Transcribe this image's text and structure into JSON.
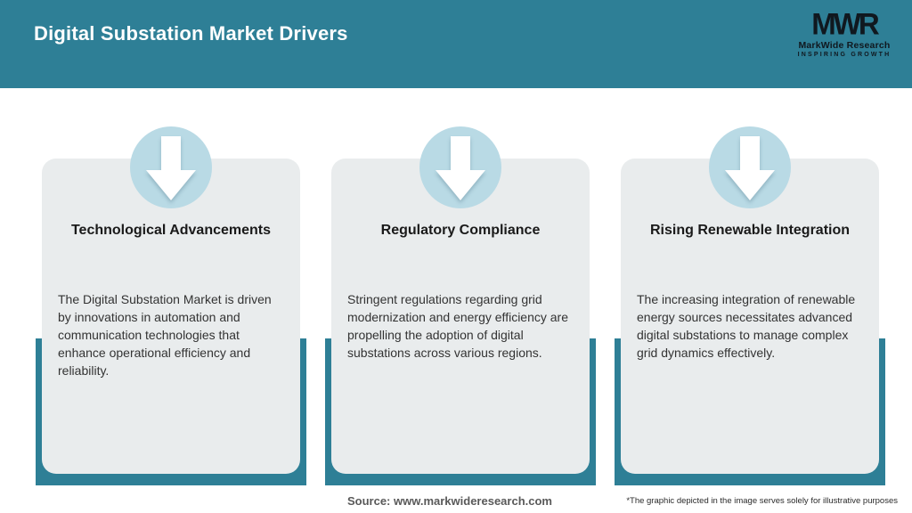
{
  "header": {
    "title": "Digital Substation Market Drivers",
    "logo": {
      "mark": "MWR",
      "name": "MarkWide Research",
      "tagline": "INSPIRING GROWTH"
    }
  },
  "cards": [
    {
      "icon": "down-arrow-icon",
      "title": "Technological Advancements",
      "body": "The Digital Substation Market is driven by innovations in automation and communication technologies that enhance operational efficiency and reliability."
    },
    {
      "icon": "down-arrow-icon",
      "title": "Regulatory Compliance",
      "body": "Stringent regulations regarding grid modernization and energy efficiency are propelling the adoption of digital substations across various regions."
    },
    {
      "icon": "down-arrow-icon",
      "title": "Rising Renewable Integration",
      "body": "The increasing integration of renewable energy sources necessitates advanced digital substations to manage complex grid dynamics effectively."
    }
  ],
  "footer": {
    "source": "Source: www.markwideresearch.com",
    "disclaimer": "*The graphic depicted in the image serves solely for illustrative purposes"
  },
  "colors": {
    "teal": "#2E7F96",
    "circle_blue": "#B9DAE5",
    "card_gray": "#E9ECED",
    "title_ink": "#1A1A1A",
    "header_text": "#FFFFFF"
  }
}
